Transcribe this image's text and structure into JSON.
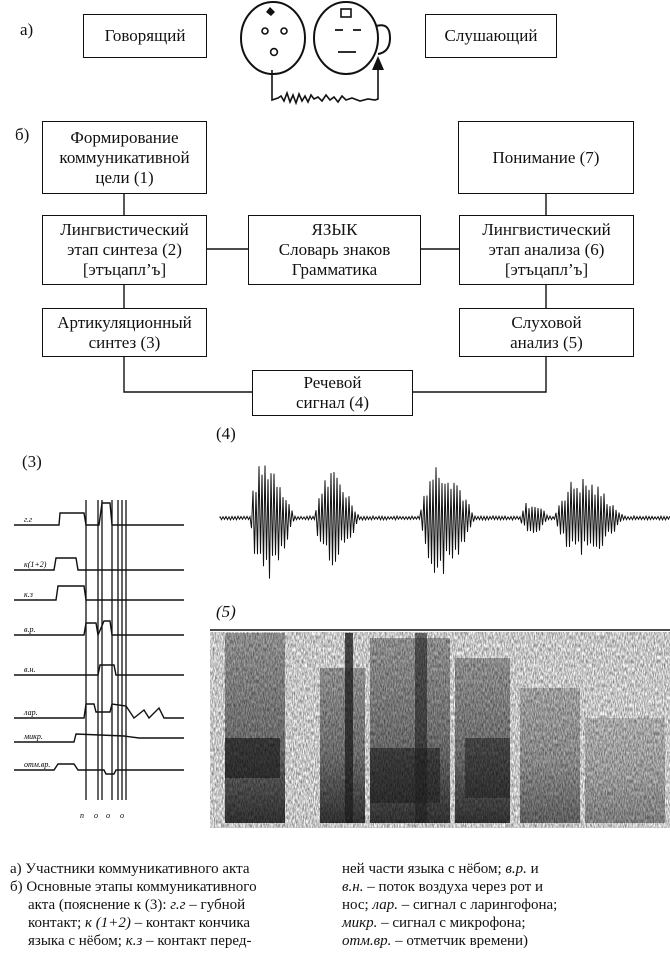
{
  "section_a": {
    "marker": "а)",
    "speaker": "Говорящий",
    "listener": "Слушающий"
  },
  "section_b": {
    "marker": "б)",
    "box1": [
      "Формирование",
      "коммуникативной",
      "цели (1)"
    ],
    "box7": "Понимание (7)",
    "box2": [
      "Лингвистический",
      "этап синтеза (2)",
      "[этъцапл’ъ]"
    ],
    "language": [
      "ЯЗЫК",
      "Словарь знаков",
      "Грамматика"
    ],
    "box6": [
      "Лингвистический",
      "этап анализа (6)",
      "[этъцапл’ъ]"
    ],
    "box3": [
      "Артикуляционный",
      "синтез (3)"
    ],
    "box5": [
      "Слуховой",
      "анализ (5)"
    ],
    "box4": [
      "Речевой",
      "сигнал (4)"
    ]
  },
  "panels": {
    "articulation_label": "(3)",
    "waveform_label": "(4)",
    "spectrogram_label": "(5)",
    "trace_labels": [
      "г.г",
      "к(1+2)",
      "к.з",
      "в.р.",
      "в.н.",
      "лар.",
      "микр.",
      "отм.вр."
    ],
    "time_marks": [
      "п",
      "о",
      "о",
      "о"
    ]
  },
  "caption": {
    "left_a": "а) Участники коммуникативного акта",
    "left_b1": "б) Основные этапы коммуникативного",
    "left_b2_a": "акта (пояснение к (3): ",
    "left_b2_i": "г.г",
    "left_b2_b": " – губной",
    "left_b3_a": "контакт; ",
    "left_b3_i": "к (1+2)",
    "left_b3_b": " – контакт кончика",
    "left_b4_a": "языка с нёбом; ",
    "left_b4_i": "к.з",
    "left_b4_b": " – контакт перед-",
    "right_1_a": "ней части языка с нёбом; ",
    "right_1_i": "в.р.",
    "right_1_b": " и",
    "right_2_i": "в.н.",
    "right_2_b": " – поток воздуха через рот и",
    "right_3_a": "нос; ",
    "right_3_i": "лар.",
    "right_3_b": " – сигнал с ларингофона;",
    "right_4_i": "микр.",
    "right_4_b": " – сигнал с микрофона;",
    "right_5_i": "отм.вр.",
    "right_5_b": " – отметчик времени)"
  }
}
